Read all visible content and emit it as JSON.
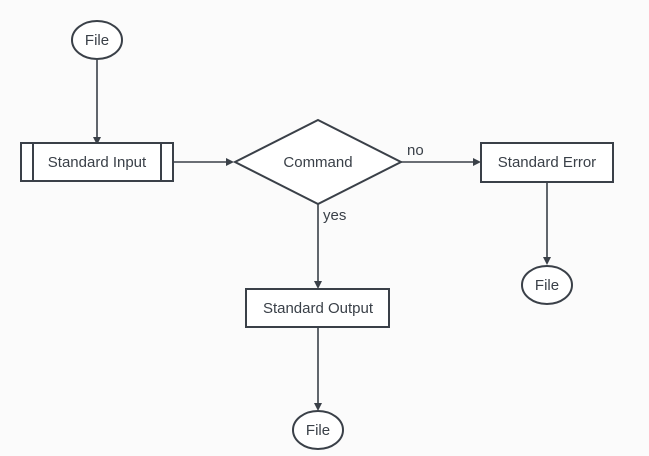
{
  "nodes": {
    "file_top": "File",
    "standard_input": "Standard Input",
    "command": "Command",
    "standard_error": "Standard Error",
    "file_right": "File",
    "standard_output": "Standard Output",
    "file_bottom": "File"
  },
  "edges": {
    "no_label": "no",
    "yes_label": "yes"
  },
  "colors": {
    "stroke": "#3a4048",
    "background": "#fbfbfb",
    "fill": "#ffffff"
  }
}
